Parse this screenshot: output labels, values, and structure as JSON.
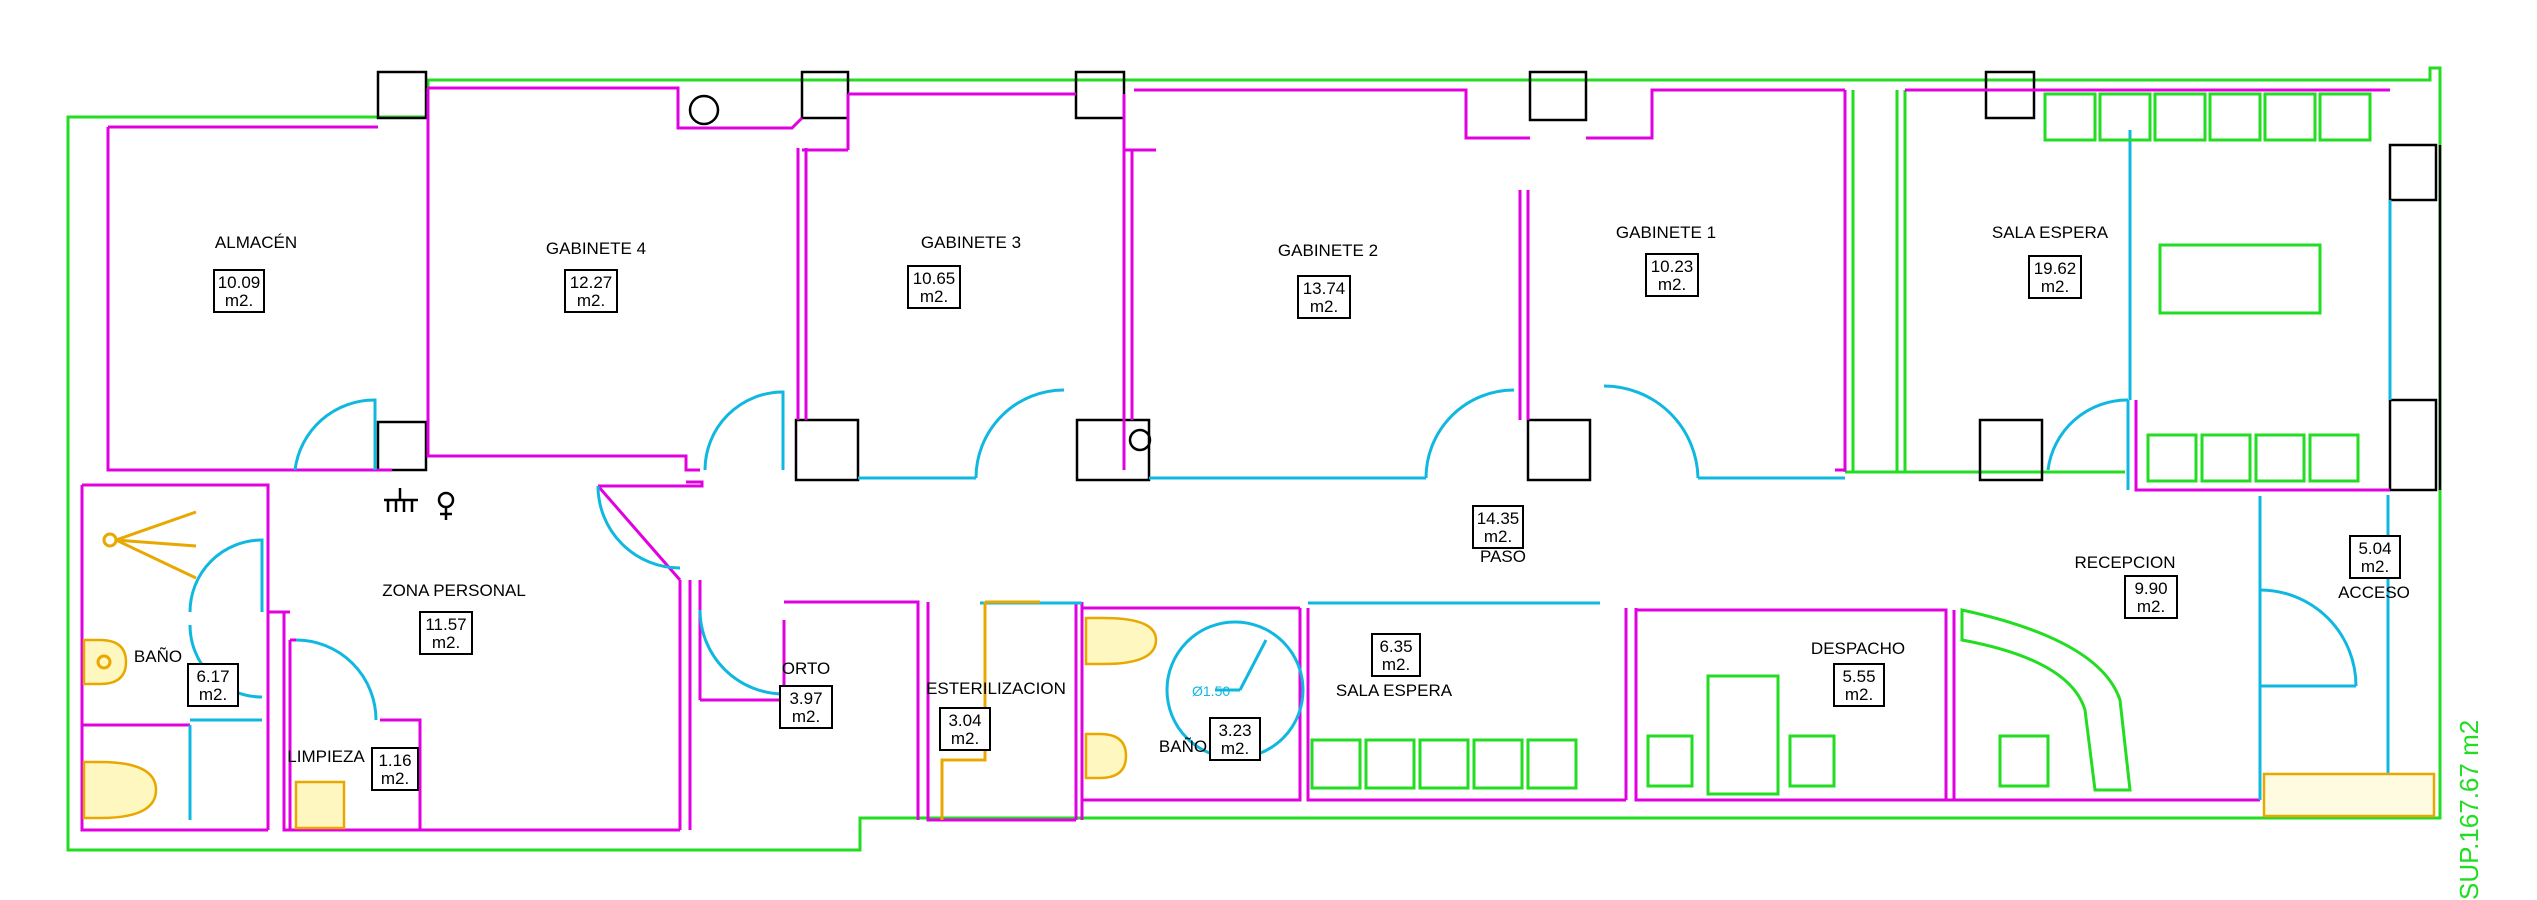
{
  "rooms": [
    {
      "id": "almacen",
      "name": "ALMACÉN",
      "area": "10.09",
      "unit": "m2."
    },
    {
      "id": "gabinete4",
      "name": "GABINETE 4",
      "area": "12.27",
      "unit": "m2."
    },
    {
      "id": "gabinete3",
      "name": "GABINETE 3",
      "area": "10.65",
      "unit": "m2."
    },
    {
      "id": "gabinete2",
      "name": "GABINETE 2",
      "area": "13.74",
      "unit": "m2."
    },
    {
      "id": "gabinete1",
      "name": "GABINETE 1",
      "area": "10.23",
      "unit": "m2."
    },
    {
      "id": "sala_espera_top",
      "name": "SALA ESPERA",
      "area": "19.62",
      "unit": "m2."
    },
    {
      "id": "paso",
      "name": "PASO",
      "area": "14.35",
      "unit": "m2."
    },
    {
      "id": "zona_personal",
      "name": "ZONA PERSONAL",
      "area": "11.57",
      "unit": "m2."
    },
    {
      "id": "bano_left",
      "name": "BAÑO",
      "area": "6.17",
      "unit": "m2."
    },
    {
      "id": "limpieza",
      "name": "LIMPIEZA",
      "area": "1.16",
      "unit": "m2."
    },
    {
      "id": "orto",
      "name": "ORTO",
      "area": "3.97",
      "unit": "m2."
    },
    {
      "id": "esterilizacion",
      "name": "ESTERILIZACION",
      "area": "3.04",
      "unit": "m2."
    },
    {
      "id": "bano_center",
      "name": "BAÑO",
      "area": "3.23",
      "unit": "m2."
    },
    {
      "id": "sala_espera_bottom",
      "name": "SALA ESPERA",
      "area": "6.35",
      "unit": "m2."
    },
    {
      "id": "despacho",
      "name": "DESPACHO",
      "area": "5.55",
      "unit": "m2."
    },
    {
      "id": "recepcion",
      "name": "RECEPCION",
      "area": "9.90",
      "unit": "m2."
    },
    {
      "id": "acceso",
      "name": "ACCESO",
      "area": "5.04",
      "unit": "m2."
    }
  ],
  "turning_circle_label": "Ø1.50",
  "total_surface": "SUP.167.67 m2",
  "colors": {
    "partition": "#e000e0",
    "door": "#10b8e0",
    "facade": "#22dd22",
    "sanitary": "#e8a800",
    "structure": "#000000"
  }
}
